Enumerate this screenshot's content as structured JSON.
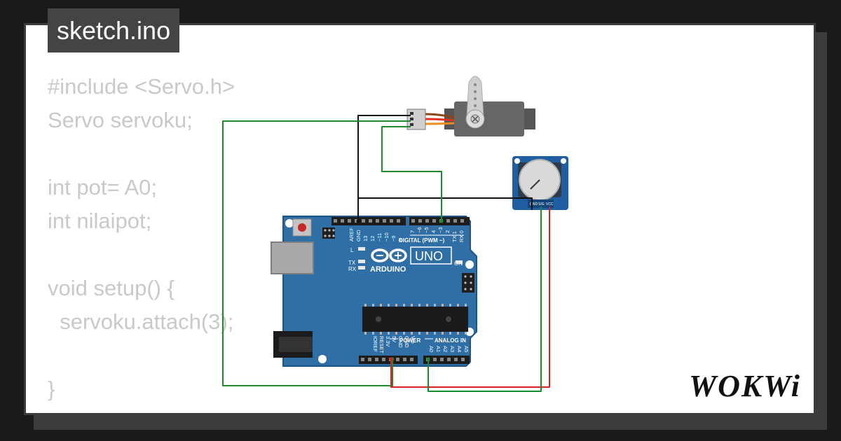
{
  "file_tab": {
    "title": "sketch.ino"
  },
  "code_lines": [
    "#include <Servo.h>",
    "Servo servoku;",
    "",
    "int pot= A0;",
    "int nilaipot;",
    "",
    "void setup() {",
    "  servoku.attach(3);",
    "",
    "}"
  ],
  "board": {
    "brand": "ARDUINO",
    "model": "UNO",
    "digital_header": "DIGITAL (PWM ~)",
    "power_header": "POWER",
    "analog_header": "ANALOG IN",
    "on_label": "ON",
    "l_label": "L",
    "tx_label": "TX",
    "rx_label": "RX",
    "digital_pins": [
      "AREF",
      "GND",
      "13",
      "12",
      "~11",
      "~10",
      "~9",
      "8",
      "7",
      "~6",
      "~5",
      "4",
      "~3",
      "2",
      "TX 1",
      "RX 0"
    ],
    "power_pins": [
      "IOREF",
      "RESET",
      "3.3V",
      "5V",
      "GND",
      "GND",
      "Vin"
    ],
    "analog_pins": [
      "A0",
      "A1",
      "A2",
      "A3",
      "A4",
      "A5"
    ]
  },
  "potentiometer": {
    "pins": [
      "GND",
      "SIG",
      "VCC"
    ]
  },
  "colors": {
    "board": "#2f6fa6",
    "board_dark": "#1f5486",
    "wire_green": "#1e8a2e",
    "wire_red": "#d62222",
    "wire_black": "#111111",
    "code_text": "#c9c9c9",
    "tab_bg": "#444444"
  },
  "branding": {
    "logo": "WOKWi"
  }
}
